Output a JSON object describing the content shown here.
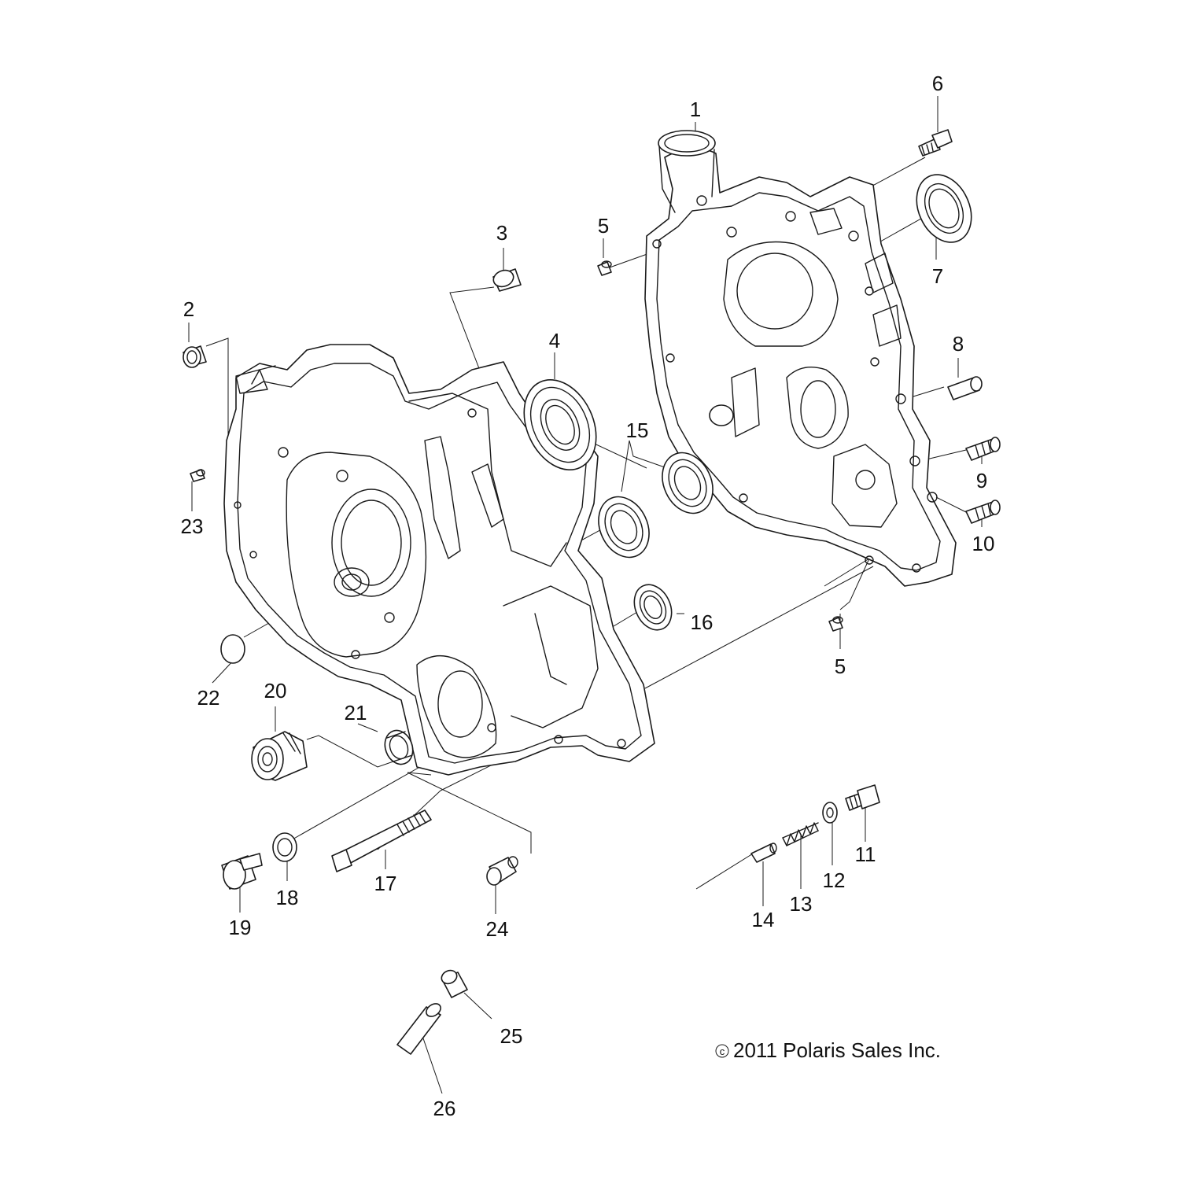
{
  "part_labels": [
    "1",
    "2",
    "3",
    "4",
    "5",
    "5",
    "6",
    "7",
    "8",
    "9",
    "10",
    "11",
    "12",
    "13",
    "14",
    "15",
    "16",
    "17",
    "18",
    "19",
    "20",
    "21",
    "22",
    "23",
    "24",
    "25",
    "26"
  ],
  "copyright": {
    "symbol": "c",
    "text": "2011  Polaris Sales Inc."
  }
}
